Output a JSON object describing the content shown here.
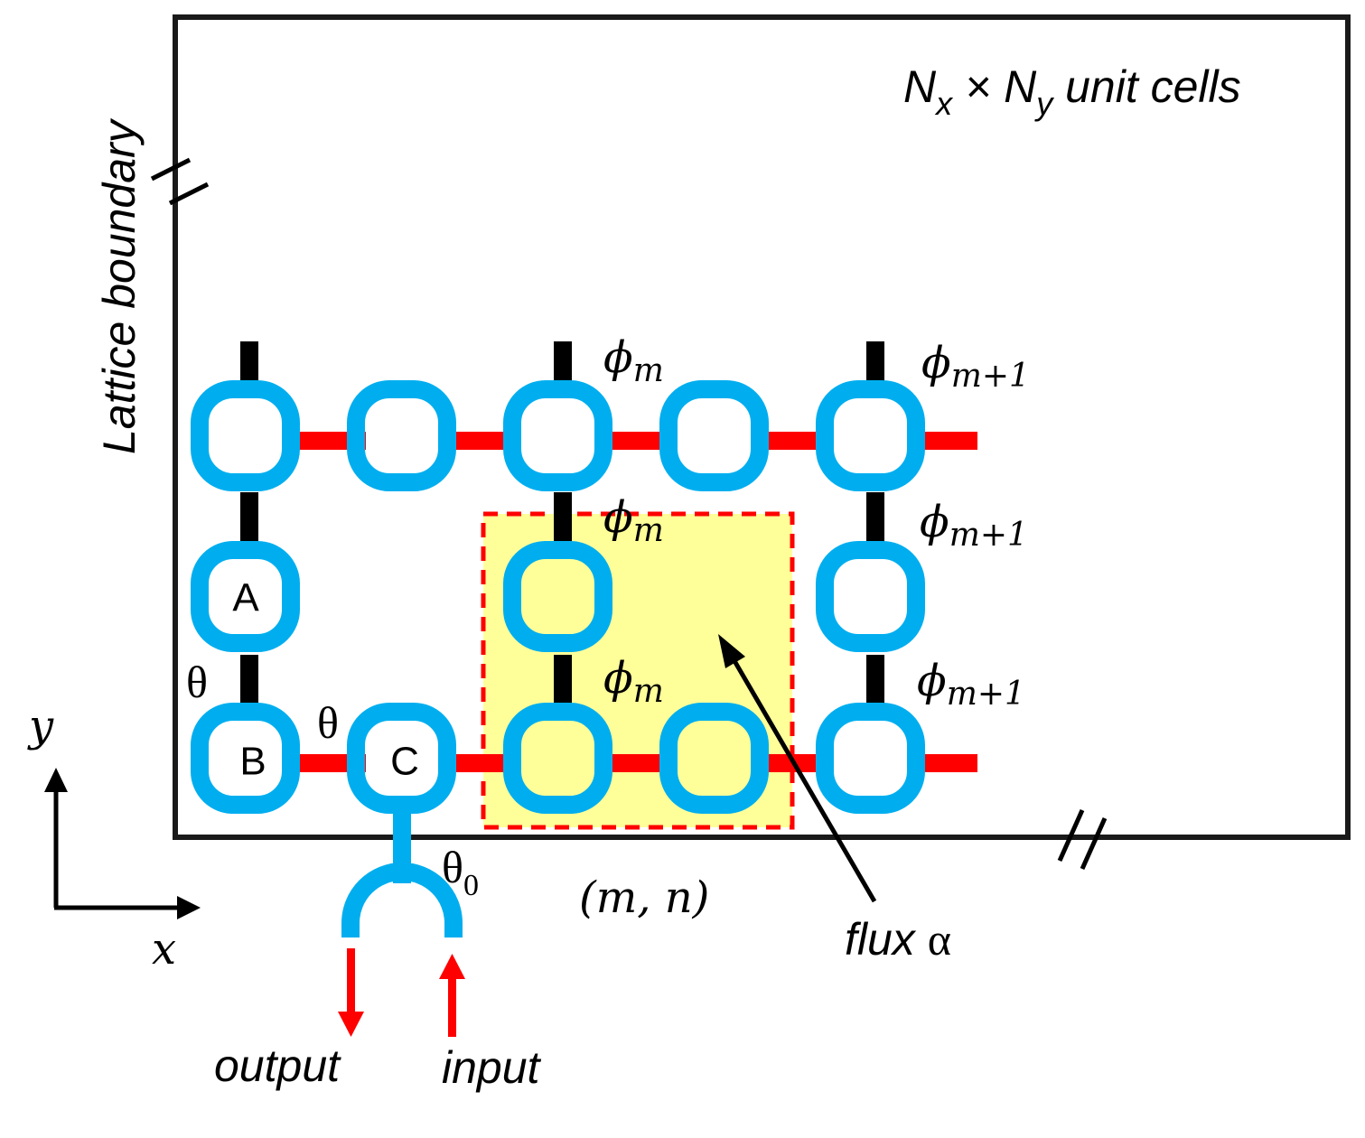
{
  "title": "Nₓ × Nᵧ unit cells",
  "title_parts": {
    "n1": "N",
    "sub1": "x",
    "times": " × ",
    "n2": "N",
    "sub2": "y",
    "rest": " unit cells"
  },
  "lattice_boundary": "Lattice boundary",
  "ring_labels": {
    "A": "A",
    "B": "B",
    "C": "C"
  },
  "coupling_labels": {
    "theta": "θ",
    "theta0": "θ",
    "theta0_sub": "0"
  },
  "phase_labels": {
    "phi": "ϕ",
    "sub_m": "m",
    "sub_m1": "m+1"
  },
  "cell_index": "(m, n)",
  "flux": "flux α",
  "flux_parts": {
    "word": "flux ",
    "symbol": "α"
  },
  "port_labels": {
    "output": "output",
    "input": "input"
  },
  "axes": {
    "x": "x",
    "y": "y"
  },
  "colors": {
    "ring": "#00aeef",
    "intra_coupler": "#000000",
    "red_coupler": "#ff0000",
    "highlight_fill": "#ffff99",
    "highlight_border": "#ff0000",
    "arrow": "#ff0000"
  }
}
